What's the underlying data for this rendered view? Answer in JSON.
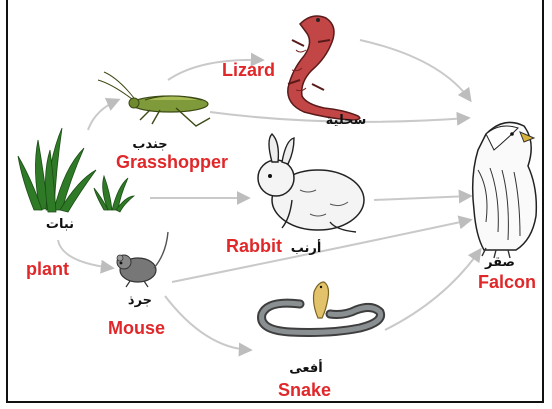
{
  "diagram": {
    "organisms": [
      {
        "id": "plant",
        "english": "plant",
        "arabic": "نبات",
        "icon": "grass-icon"
      },
      {
        "id": "grasshopper",
        "english": "Grasshopper",
        "arabic": "جندب",
        "icon": "grasshopper-icon"
      },
      {
        "id": "lizard",
        "english": "Lizard",
        "arabic": "سحلية",
        "icon": "lizard-icon"
      },
      {
        "id": "rabbit",
        "english": "Rabbit",
        "arabic": "أرنب",
        "icon": "rabbit-icon"
      },
      {
        "id": "mouse",
        "english": "Mouse",
        "arabic": "جرذ",
        "icon": "mouse-icon"
      },
      {
        "id": "snake",
        "english": "Snake",
        "arabic": "أفعى",
        "icon": "snake-icon"
      },
      {
        "id": "falcon",
        "english": "Falcon",
        "arabic": "صقر",
        "icon": "falcon-icon"
      }
    ],
    "colors": {
      "english_label": "#e0282a",
      "arrow": "#c9c9c9",
      "lizard": "#b23a3a",
      "grasshopper": "#6f8a2e",
      "grass": "#2f7a26"
    }
  }
}
